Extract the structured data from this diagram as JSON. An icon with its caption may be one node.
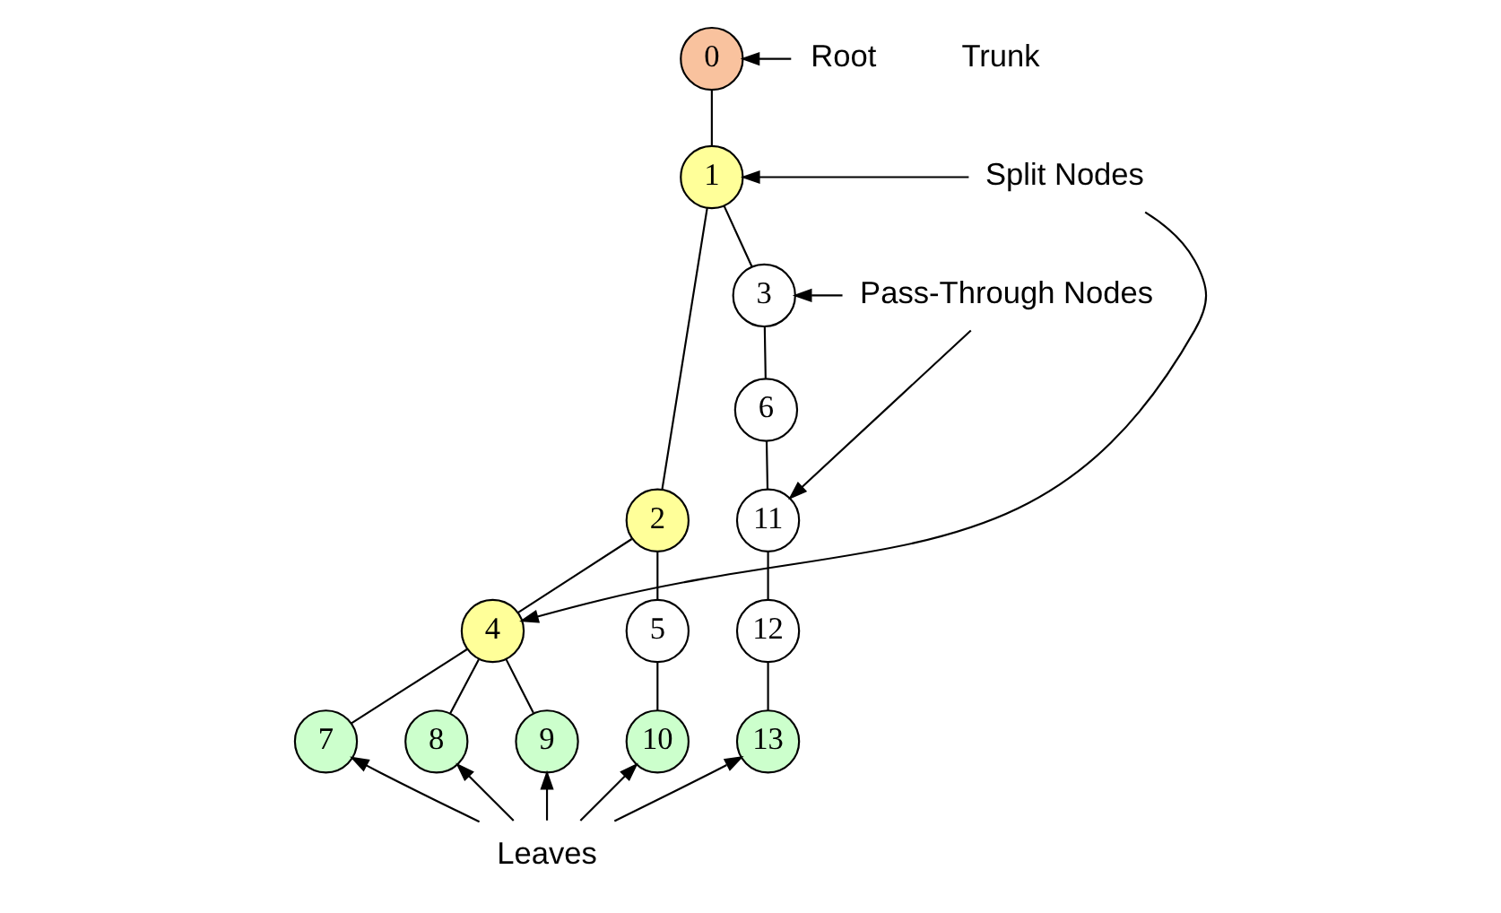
{
  "diagram": {
    "nodes": [
      {
        "text": [
          "0"
        ]
      },
      {
        "text": [
          "1"
        ]
      },
      {
        "text": [
          "2"
        ]
      },
      {
        "text": [
          "3"
        ]
      },
      {
        "text": [
          "4"
        ]
      },
      {
        "text": [
          "5"
        ]
      },
      {
        "text": [
          "6"
        ]
      },
      {
        "text": [
          "7"
        ]
      },
      {
        "text": [
          "8"
        ]
      },
      {
        "text": [
          "9"
        ]
      },
      {
        "text": [
          "10"
        ]
      },
      {
        "text": [
          "11"
        ]
      },
      {
        "text": [
          "12"
        ]
      },
      {
        "text": [
          "13"
        ]
      },
      {
        "text": [
          "Root"
        ]
      },
      {
        "text": [
          "Split Nodes"
        ]
      },
      {
        "text": [
          "Pass-Through Nodes"
        ]
      },
      {
        "text": [
          "Leaves"
        ]
      }
    ],
    "edges": [
      {
        "from": 0,
        "to": 1,
        "arrow": "none"
      },
      {
        "from": 1,
        "to": 2,
        "arrow": "none"
      },
      {
        "from": 1,
        "to": 3,
        "arrow": "none"
      },
      {
        "from": 2,
        "to": 4,
        "arrow": "none"
      },
      {
        "from": 2,
        "to": 5,
        "arrow": "none"
      },
      {
        "from": 3,
        "to": 6,
        "arrow": "none"
      },
      {
        "from": 4,
        "to": 7,
        "arrow": "none"
      },
      {
        "from": 4,
        "to": 8,
        "arrow": "none"
      },
      {
        "from": 4,
        "to": 9,
        "arrow": "none"
      },
      {
        "from": 5,
        "to": 10,
        "arrow": "none"
      },
      {
        "from": 6,
        "to": 11,
        "arrow": "none"
      },
      {
        "from": 11,
        "to": 12,
        "arrow": "none"
      },
      {
        "from": 12,
        "to": 13,
        "arrow": "none"
      },
      {
        "from": 14,
        "to": 0,
        "arrow": "to"
      },
      {
        "from": 15,
        "to": 1,
        "arrow": "to"
      },
      {
        "from": 15,
        "to": 4,
        "arrow": "to"
      },
      {
        "from": 16,
        "to": 3,
        "arrow": "to"
      },
      {
        "from": 16,
        "to": 11,
        "arrow": "to"
      },
      {
        "from": 17,
        "to": 7,
        "arrow": "to"
      },
      {
        "from": 17,
        "to": 8,
        "arrow": "to"
      },
      {
        "from": 17,
        "to": 9,
        "arrow": "to"
      },
      {
        "from": 17,
        "to": 10,
        "arrow": "to"
      },
      {
        "from": 17,
        "to": 13,
        "arrow": "to"
      }
    ],
    "labels": [
      "Trunk"
    ]
  }
}
